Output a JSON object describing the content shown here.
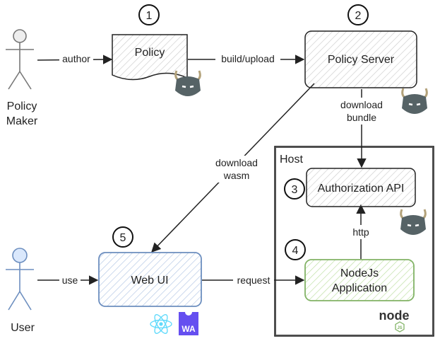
{
  "actors": {
    "policy_maker": {
      "line1": "Policy",
      "line2": "Maker"
    },
    "user": {
      "label": "User"
    }
  },
  "nodes": {
    "policy": {
      "label": "Policy",
      "step": "1"
    },
    "policy_server": {
      "label": "Policy Server",
      "step": "2"
    },
    "authorization_api": {
      "label": "Authorization API",
      "step": "3"
    },
    "nodejs_app": {
      "line1": "NodeJs",
      "line2": "Application",
      "step": "4"
    },
    "web_ui": {
      "label": "Web UI",
      "step": "5"
    },
    "host": {
      "label": "Host"
    }
  },
  "edges": {
    "author": "author",
    "build_upload": "build/upload",
    "download_bundle": {
      "line1": "download",
      "line2": "bundle"
    },
    "download_wasm": {
      "line1": "download",
      "line2": "wasm"
    },
    "use": "use",
    "request": "request",
    "http": "http"
  },
  "logos": {
    "wasm_text": "WA",
    "node_text": "node",
    "node_badge": "JS",
    "opa_icon": "opa-icon",
    "react_icon": "react-icon"
  },
  "colors": {
    "webui_stroke": "#6c8ebf",
    "webui_hatch": "#b7c9e6",
    "node_stroke": "#82b366",
    "node_hatch": "#bfe0a5",
    "gray_hatch": "#cccccc",
    "opa_body": "#566366",
    "react": "#61dafb",
    "wasm": "#654ff0"
  }
}
